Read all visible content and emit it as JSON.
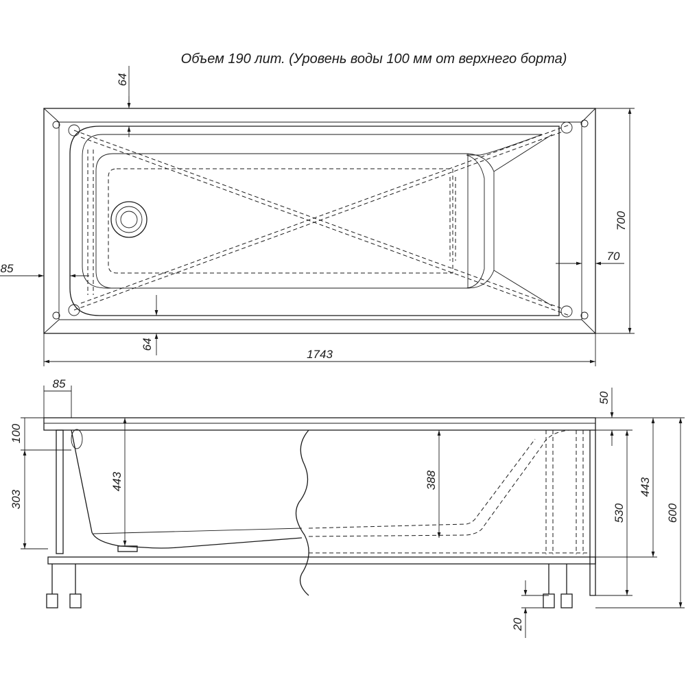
{
  "caption": "Объем 190 лит. (Уровень воды 100 мм от верхнего борта)",
  "plan_view": {
    "dim_length": "1743",
    "dim_width": "700",
    "dim_rim_top": "64",
    "dim_rim_bottom": "64",
    "dim_rim_left": "85",
    "dim_rim_right": "70"
  },
  "side_view": {
    "dim_rim_left": "85",
    "dim_rim_top": "50",
    "dim_rim_height": "100",
    "dim_bottom_height": "303",
    "dim_depth_left": "443",
    "dim_depth_mid": "388",
    "dim_body_height": "530",
    "dim_depth_right": "443",
    "dim_total_height": "600",
    "dim_foot": "20"
  }
}
